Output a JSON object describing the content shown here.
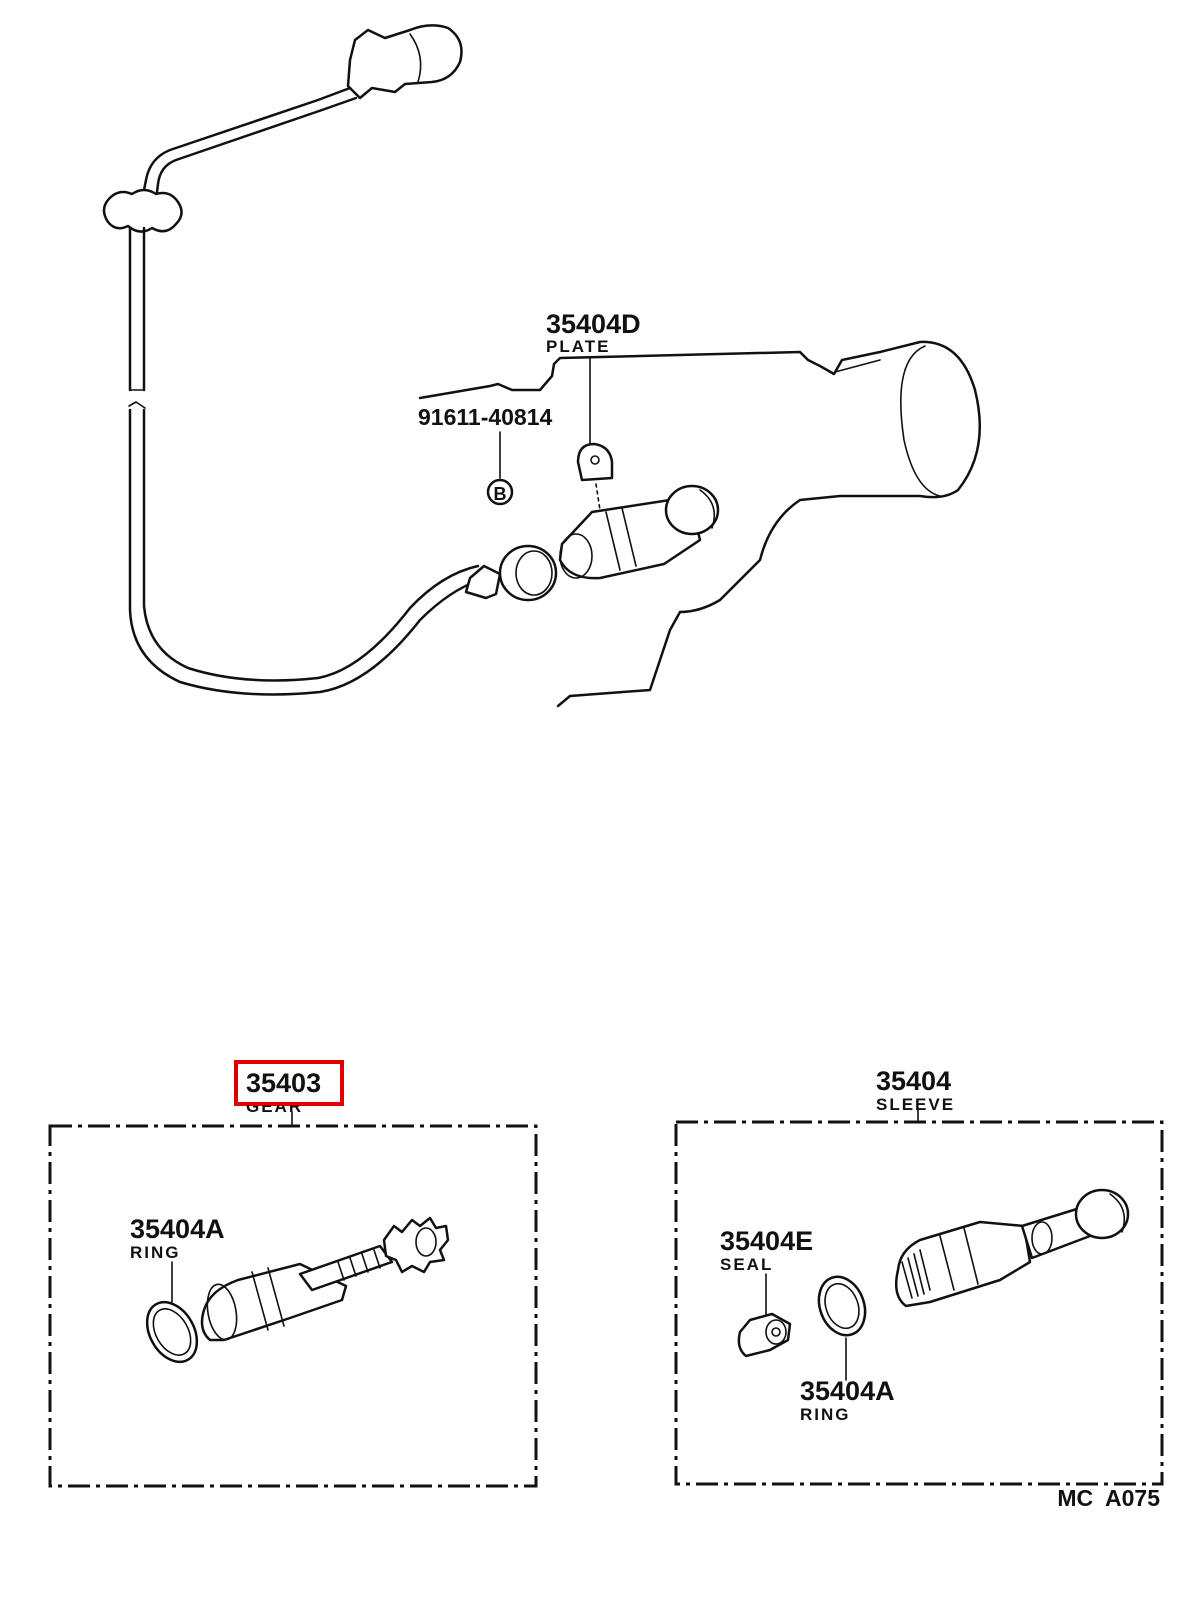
{
  "callouts": {
    "plate": {
      "number": "35404D",
      "name": "PLATE"
    },
    "bolt": {
      "number": "91611-40814",
      "symbol": "B"
    },
    "gear": {
      "number": "35403",
      "name": "GEAR"
    },
    "sleeve": {
      "number": "35404",
      "name": "SLEEVE"
    },
    "gear_ring": {
      "number": "35404A",
      "name": "RING"
    },
    "seal": {
      "number": "35404E",
      "name": "SEAL"
    },
    "sleeve_ring": {
      "number": "35404A",
      "name": "RING"
    }
  },
  "highlight": {
    "target": "gear",
    "color": "#e00000"
  },
  "reference_code": "MC  A075"
}
